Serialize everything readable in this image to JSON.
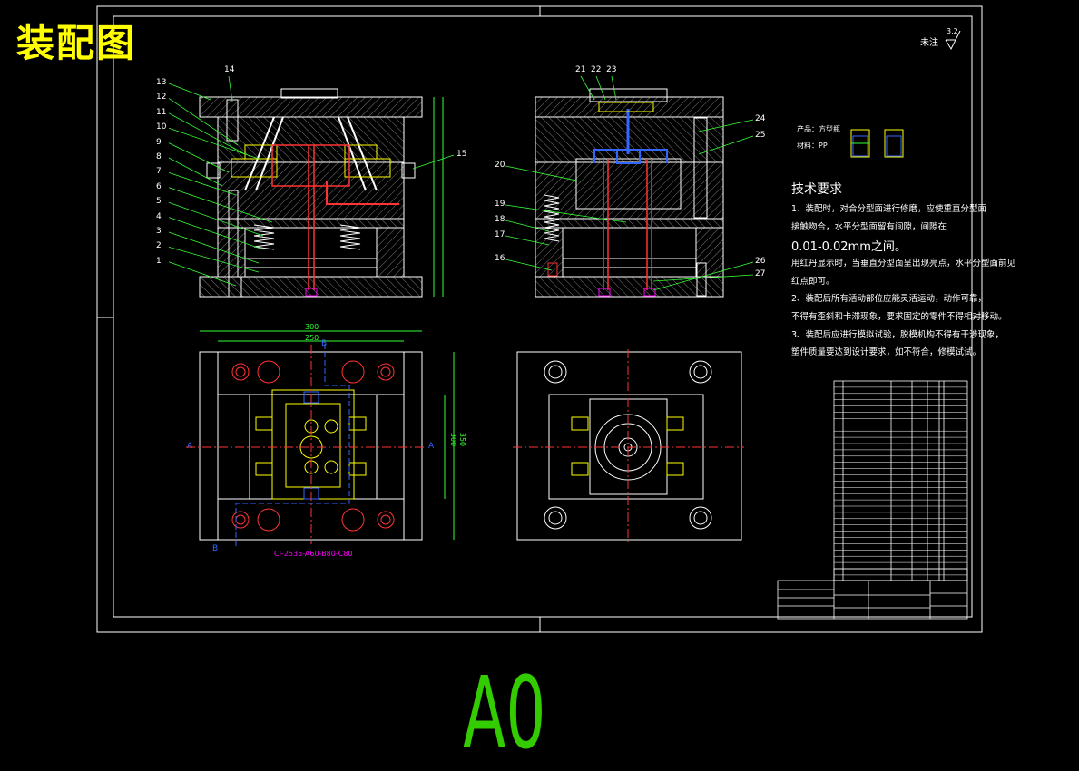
{
  "title": "装配图",
  "sheet_size": "A0",
  "surface_note": "未注",
  "roughness_value": "3.2",
  "product": {
    "product_label": "产品：方型瓶",
    "material_label": "材料：PP"
  },
  "tech_requirements": {
    "heading": "技术要求",
    "lines": [
      "1、装配时，对合分型面进行修磨，应使重直分型面",
      "接触吻合，水平分型面留有间隙，间隙在",
      "0.01-0.02mm之间。",
      "用红丹显示时，当垂直分型面呈出现亮点，水平分型面前见",
      "红点即可。",
      "2、装配后所有活动部位应能灵活运动，动作可靠，",
      "不得有歪斜和卡滞现象，要求固定的零件不得相对移动。",
      "3、装配后应进行模拟试验，脱模机构不得有干涉现象，",
      "塑件质量要达到设计要求，如不符合，修模试试。"
    ]
  },
  "part_numbers_left": [
    "13",
    "12",
    "11",
    "10",
    "9",
    "8",
    "7",
    "6",
    "5",
    "4",
    "3",
    "2",
    "1"
  ],
  "part_14": "14",
  "part_15": "15",
  "part_numbers_right_top": [
    "21",
    "22",
    "23"
  ],
  "part_numbers_right_side": [
    "24",
    "25"
  ],
  "part_numbers_right_left": [
    "20",
    "19",
    "18",
    "17",
    "16"
  ],
  "part_numbers_right_bottom": [
    "26",
    "27"
  ],
  "section_marks": {
    "a": "A",
    "b": "B"
  },
  "dims": {
    "width_outer": "300",
    "width_inner": "250",
    "height_outer": "350",
    "height_inner": "300"
  },
  "mold_base_label": "CI-2535-A60-B80-C80",
  "colors": {
    "background": "#000000",
    "frame": "#ffffff",
    "title": "#ffff00",
    "sheet_size": "#33cc00",
    "dimension": "#33ff33",
    "yellow_parts": "#ffff00",
    "red_parts": "#ff3333",
    "blue_parts": "#3366ff",
    "magenta_parts": "#ff00ff",
    "hatch": "#888888"
  }
}
